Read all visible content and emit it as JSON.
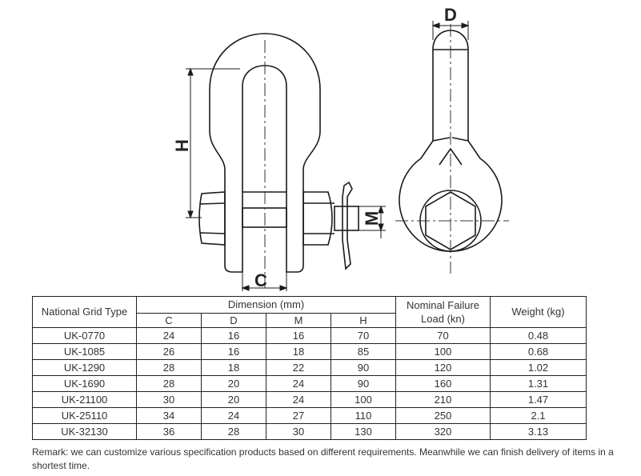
{
  "diagram": {
    "labels": {
      "h": "H",
      "c": "C",
      "d": "D",
      "m": "M"
    }
  },
  "table": {
    "type_header": "National Grid Type",
    "dimension_header": "Dimension (mm)",
    "load_header_line1": "Nominal Failure",
    "load_header_line2": "Load (kn)",
    "weight_header": "Weight (kg)",
    "sub_headers": [
      "C",
      "D",
      "M",
      "H"
    ],
    "rows": [
      {
        "type": "UK-0770",
        "c": "24",
        "d": "16",
        "m": "16",
        "h": "70",
        "load": "70",
        "weight": "0.48"
      },
      {
        "type": "UK-1085",
        "c": "26",
        "d": "16",
        "m": "18",
        "h": "85",
        "load": "100",
        "weight": "0.68"
      },
      {
        "type": "UK-1290",
        "c": "28",
        "d": "18",
        "m": "22",
        "h": "90",
        "load": "120",
        "weight": "1.02"
      },
      {
        "type": "UK-1690",
        "c": "28",
        "d": "20",
        "m": "24",
        "h": "90",
        "load": "160",
        "weight": "1.31"
      },
      {
        "type": "UK-21100",
        "c": "30",
        "d": "20",
        "m": "24",
        "h": "100",
        "load": "210",
        "weight": "1.47"
      },
      {
        "type": "UK-25110",
        "c": "34",
        "d": "24",
        "m": "27",
        "h": "110",
        "load": "250",
        "weight": "2.1"
      },
      {
        "type": "UK-32130",
        "c": "36",
        "d": "28",
        "m": "30",
        "h": "130",
        "load": "320",
        "weight": "3.13"
      }
    ]
  },
  "remark": "Remark: we can customize various specification products based on different requirements. Meanwhile we can finish delivery of items in a shortest time."
}
